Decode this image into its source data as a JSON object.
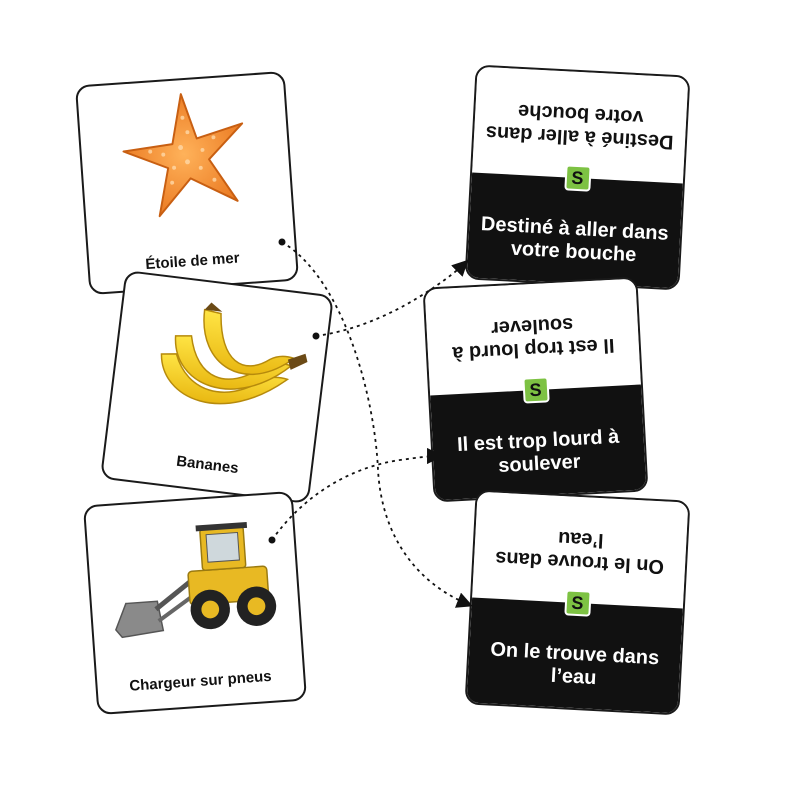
{
  "image_cards": [
    {
      "label": "Étoile de mer",
      "icon": "starfish-icon",
      "color": "#f08a2a"
    },
    {
      "label": "Bananes",
      "icon": "bananas-icon",
      "color": "#f5d21e"
    },
    {
      "label": "Chargeur sur pneus",
      "icon": "wheel-loader-icon",
      "color": "#e8b923"
    }
  ],
  "text_cards": [
    {
      "text": "Destiné à aller dans votre bouche"
    },
    {
      "text": "Il est trop lourd à soulever"
    },
    {
      "text": "On le trouve dans l’eau"
    }
  ],
  "logo": {
    "letter": "S",
    "color": "#7dc243"
  },
  "colors": {
    "card_border": "#1a1a1a",
    "dark_panel": "#111111",
    "arrow": "#111111"
  }
}
